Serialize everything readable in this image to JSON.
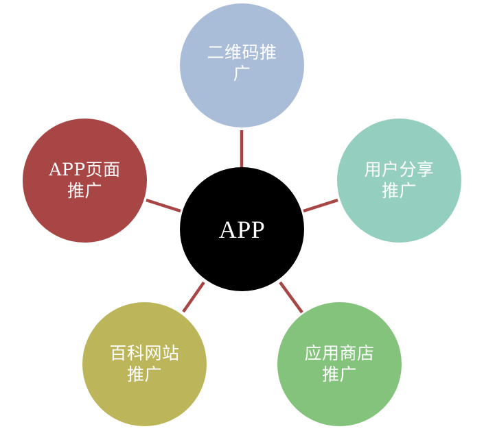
{
  "diagram": {
    "type": "radial-hub",
    "center": {
      "label": "APP",
      "color": "#000000"
    },
    "connector_color": "#a84646",
    "nodes": [
      {
        "id": "top",
        "label": "二维码推\n广",
        "color": "#a9bcd8"
      },
      {
        "id": "right",
        "label": "用户分享\n推广",
        "color": "#94cebf"
      },
      {
        "id": "bottom-right",
        "label": "应用商店\n推广",
        "color": "#84c37c"
      },
      {
        "id": "bottom-left",
        "label": "百科网站\n推广",
        "color": "#bdb55a"
      },
      {
        "id": "left",
        "label": "APP页面\n推广",
        "color": "#a84645"
      }
    ]
  }
}
